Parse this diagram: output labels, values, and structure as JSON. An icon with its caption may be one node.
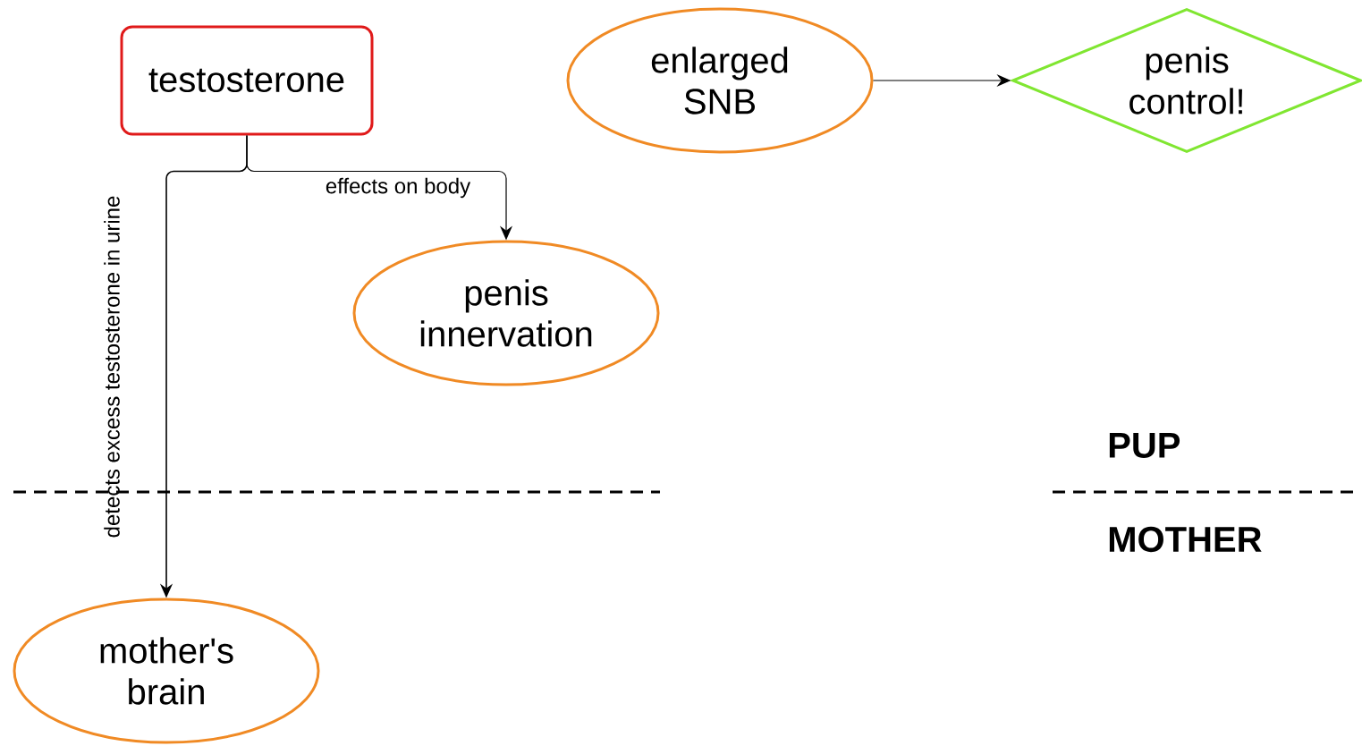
{
  "diagram": {
    "nodes": [
      {
        "text": [
          "testosterone"
        ]
      },
      {
        "text": [
          "enlarged SNB"
        ]
      },
      {
        "text": [
          "penis control!"
        ]
      },
      {
        "text": [
          "penis innervation"
        ]
      },
      {
        "text": [
          "mother's brain"
        ]
      }
    ],
    "edges": [
      {
        "from": 1,
        "to": 2,
        "arrow": "to"
      },
      {
        "from": 0,
        "to": 3,
        "arrow": "to",
        "label": "effects on body"
      },
      {
        "from": 0,
        "to": 4,
        "arrow": "to",
        "label": "detects excess testosterone in urine"
      }
    ],
    "labels": [
      "PUP",
      "MOTHER"
    ]
  }
}
